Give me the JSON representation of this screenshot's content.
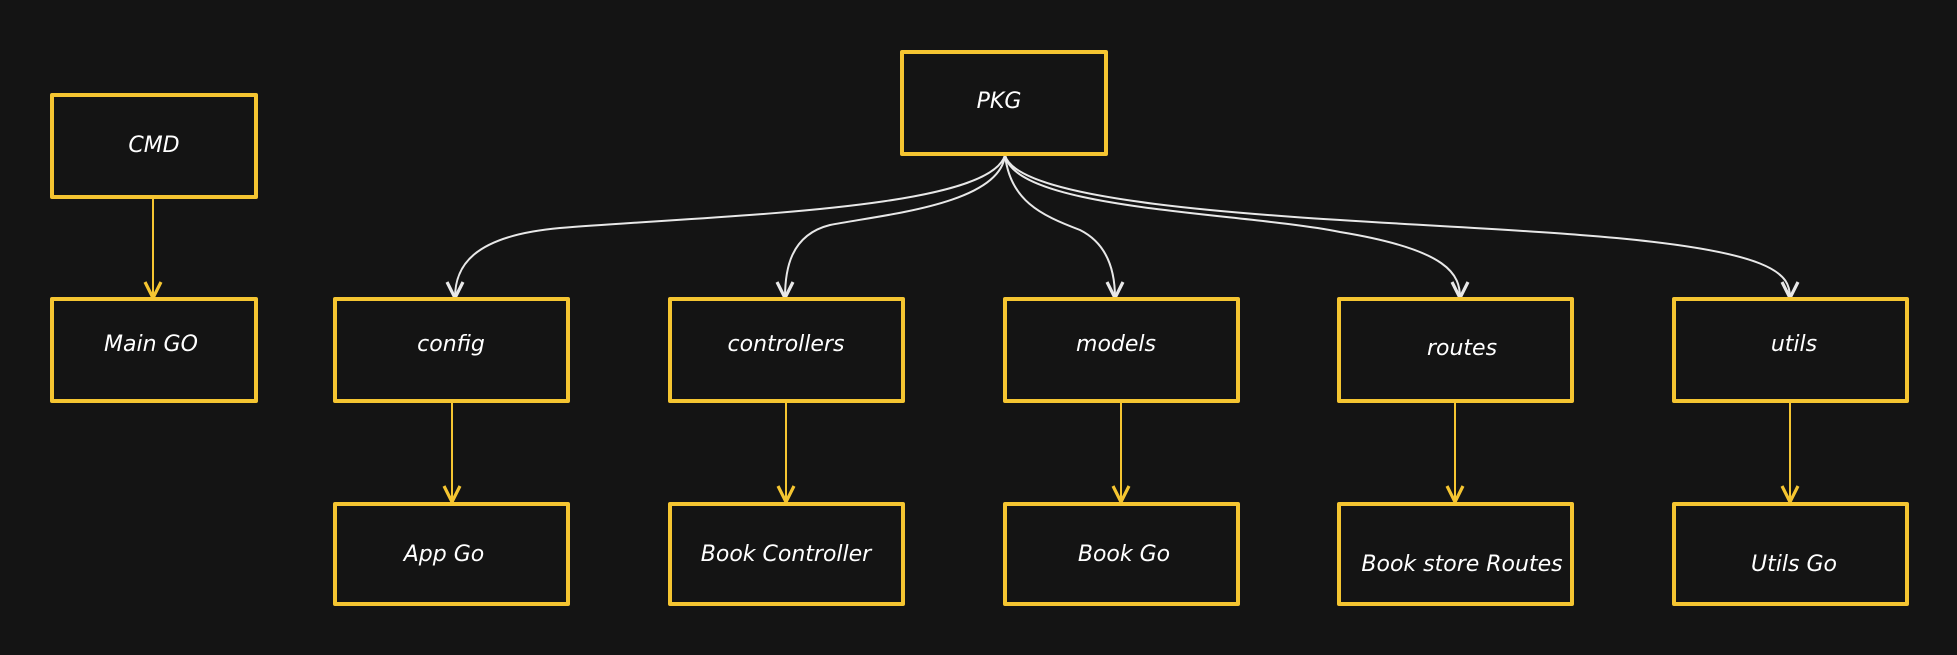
{
  "colors": {
    "background": "#141414",
    "box_stroke": "#f5c531",
    "text": "#ffffff",
    "pkg_connector": "#e8e8e8",
    "child_connector": "#f5c531"
  },
  "nodes": {
    "cmd": "CMD",
    "main_go": "Main GO",
    "pkg": "PKG",
    "config": "config",
    "controllers": "controllers",
    "models": "models",
    "routes": "routes",
    "utils": "utils",
    "app_go": "App Go",
    "book_controller": "Book Controller",
    "book_go": "Book Go",
    "book_store_routes": "Book store Routes",
    "utils_go": "Utils Go"
  },
  "edges": [
    {
      "from": "cmd",
      "to": "main_go"
    },
    {
      "from": "pkg",
      "to": "config"
    },
    {
      "from": "pkg",
      "to": "controllers"
    },
    {
      "from": "pkg",
      "to": "models"
    },
    {
      "from": "pkg",
      "to": "routes"
    },
    {
      "from": "pkg",
      "to": "utils"
    },
    {
      "from": "config",
      "to": "app_go"
    },
    {
      "from": "controllers",
      "to": "book_controller"
    },
    {
      "from": "models",
      "to": "book_go"
    },
    {
      "from": "routes",
      "to": "book_store_routes"
    },
    {
      "from": "utils",
      "to": "utils_go"
    }
  ]
}
